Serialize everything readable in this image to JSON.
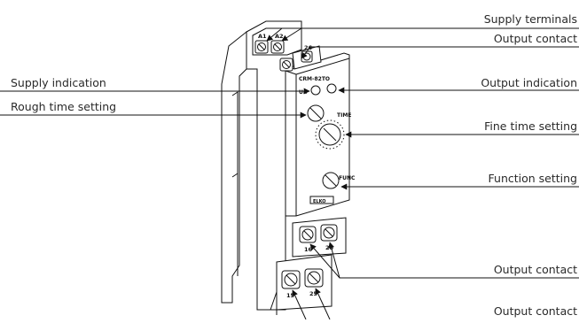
{
  "diagram": {
    "device": {
      "model": "CRM-82TO",
      "brand": "ELKO",
      "indicator_un": "Un",
      "dial_time": "TIME",
      "dial_func": "FUNC",
      "terminals_top": [
        "A1",
        "A2"
      ],
      "terminal_top_right": "26",
      "terminals_mid": [
        "16",
        "28"
      ],
      "terminals_bottom": [
        "15",
        "25"
      ]
    },
    "callouts": {
      "supply_terminals": "Supply terminals",
      "output_contact_top": "Output contact",
      "supply_indication": "Supply indication",
      "output_indication": "Output indication",
      "rough_time_setting": "Rough time setting",
      "fine_time_setting": "Fine time setting",
      "function_setting": "Function setting",
      "output_contact_mid": "Output contact",
      "output_contact_bottom": "Output contact"
    }
  }
}
